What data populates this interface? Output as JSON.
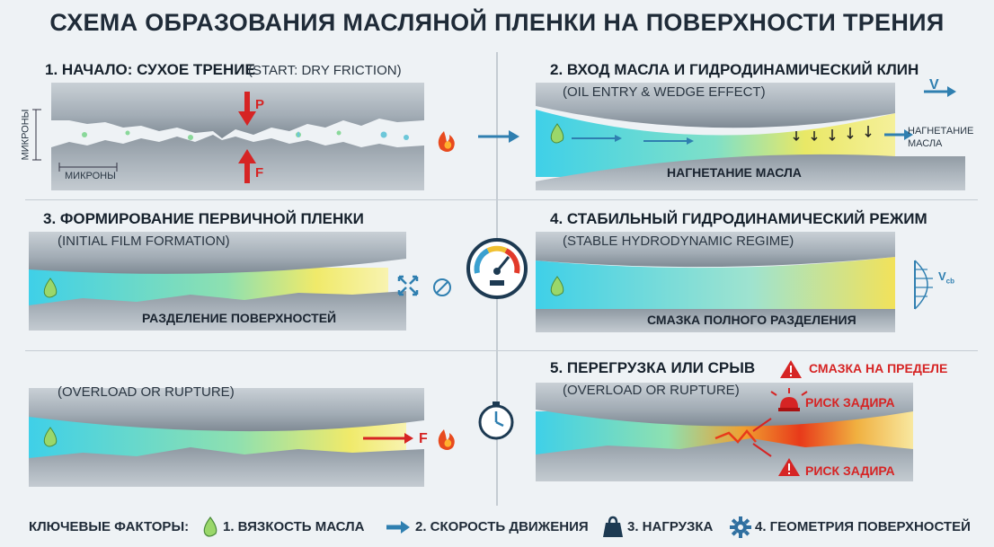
{
  "title": "СХЕМА ОБРАЗОВАНИЯ МАСЛЯНОЙ ПЛЕНКИ НА ПОВЕРХНОСТИ ТРЕНИЯ",
  "panels": {
    "p1": {
      "title": "1. НАЧАЛО: СУХОЕ ТРЕНИЕ",
      "subtitle": "(START: DRY FRICTION)",
      "force_top": "P",
      "force_bottom": "F",
      "label_vertical": "МИКРОНЫ",
      "label_horizontal": "МИКРОНЫ"
    },
    "p2": {
      "title": "2. ВХОД МАСЛА И ГИДРОДИНАМИЧЕСКИЙ КЛИН",
      "subtitle": "(OIL ENTRY & WEDGE EFFECT)",
      "velocity": "V",
      "side_label_1": "НАГНЕТАНИЕ",
      "side_label_2": "МАСЛА",
      "surface_label": "НАГНЕТАНИЕ МАСЛА"
    },
    "p3": {
      "title": "3. ФОРМИРОВАНИЕ ПЕРВИЧНОЙ ПЛЕНКИ",
      "subtitle": "(INITIAL FILM FORMATION)",
      "surface_label": "РАЗДЕЛЕНИЕ ПОВЕРХНОСТЕЙ"
    },
    "p4": {
      "title": "4. СТАБИЛЬНЫЙ ГИДРОДИНАМИЧЕСКИЙ РЕЖИМ",
      "subtitle": "(STABLE HYDRODYNAMIC REGIME)",
      "velocity": "V",
      "velocity_sub": "cb",
      "surface_label": "СМАЗКА ПОЛНОГО РАЗДЕЛЕНИЯ"
    },
    "p5": {
      "subtitle": "(OVERLOAD OR RUPTURE)",
      "force": "F"
    },
    "p6": {
      "title": "5. ПЕРЕГРУЗКА ИЛИ СРЫВ",
      "subtitle": "(OVERLOAD OR RUPTURE)",
      "warning_limit": "СМАЗКА НА ПРЕДЕЛЕ",
      "warning_risk_1": "РИСК ЗАДИРА",
      "warning_risk_2": "РИСК ЗАДИРА"
    }
  },
  "footer": {
    "label": "КЛЮЧЕВЫЕ ФАКТОРЫ:",
    "items": [
      "1. ВЯЗКОСТЬ МАСЛА",
      "2. СКОРОСТЬ ДВИЖЕНИЯ",
      "3. НАГРУЗКА",
      "4. ГЕОМЕТРИЯ ПОВЕРХНОСТЕЙ"
    ]
  },
  "colors": {
    "oil_cyan": "#3fd0e8",
    "oil_yellow": "#f2e25a",
    "metal": "#9aa4ad",
    "danger": "#d62424",
    "arrow_blue": "#2f7fb0"
  }
}
